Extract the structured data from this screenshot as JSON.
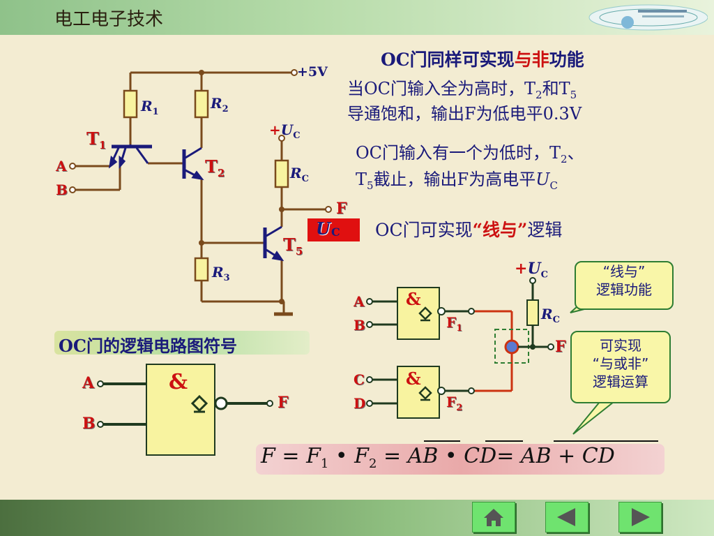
{
  "header": {
    "title": "电工电子技术"
  },
  "circuit": {
    "v5": "+5V",
    "r1": "R",
    "r1_sub": "1",
    "r2": "R",
    "r2_sub": "2",
    "r3": "R",
    "r3_sub": "3",
    "rc": "R",
    "rc_sub": "C",
    "uc_plus": "+",
    "uc": "U",
    "uc_sub": "C",
    "t1": "T",
    "t1_sub": "1",
    "t2": "T",
    "t2_sub": "2",
    "t5": "T",
    "t5_sub": "5",
    "a": "A",
    "b": "B",
    "f": "F",
    "uc_badge": "U",
    "uc_badge_sub": "C"
  },
  "right_text": {
    "heading_pre": "OC门同样可实现",
    "heading_red": "与非",
    "heading_post": "功能",
    "p1_l1_a": "当OC门输入全为高时，T",
    "p1_l1_sub": "2",
    "p1_l1_b": "和T",
    "p1_l1_sub2": "5",
    "p1_l2": "导通饱和，输出F为低电平0.3V",
    "p2_l1_a": "OC门输入有一个为低时，T",
    "p2_l1_sub": "2",
    "p2_l1_b": "、",
    "p2_l2_a": "T",
    "p2_l2_sub": "5",
    "p2_l2_b": "截止，输出F为高电平",
    "p2_l2_u": "U",
    "p2_l2_usub": "C",
    "wired_pre": "OC门可实现",
    "wired_red": "“线与”",
    "wired_post": "逻辑"
  },
  "symbol": {
    "title": "OC门的逻辑电路图符号",
    "amp": "&",
    "a": "A",
    "b": "B",
    "f": "F"
  },
  "wired_and": {
    "uc_plus": "+",
    "uc": "U",
    "uc_sub": "C",
    "rc": "R",
    "rc_sub": "C",
    "a": "A",
    "b": "B",
    "c": "C",
    "d": "D",
    "amp1": "&",
    "amp2": "&",
    "f1": "F",
    "f1_sub": "1",
    "f2": "F",
    "f2_sub": "2",
    "f": "F"
  },
  "bubbles": {
    "b1_l1": "“线与”",
    "b1_l2": "逻辑功能",
    "b2_l1": "可实现",
    "b2_l2": "“与或非”",
    "b2_l3": "逻辑运算"
  },
  "formula": {
    "f": "F",
    "eq1": "=",
    "f1": "F",
    "f1_sub": "1",
    "dot1": "•",
    "f2": "F",
    "f2_sub": "2",
    "eq2": "=",
    "ab": "AB",
    "dot2": "•",
    "cd": "CD",
    "eq3": "=",
    "abcd": "AB + CD"
  },
  "colors": {
    "wire": "#7a4a1c",
    "transistor": "#1a1a7a",
    "gate_fill": "#f8f3a0",
    "label_red": "#cc1111",
    "uc_badge": "#e01010"
  },
  "nav": {
    "home": "home-icon",
    "prev": "arrow-left-icon",
    "next": "arrow-right-icon"
  }
}
